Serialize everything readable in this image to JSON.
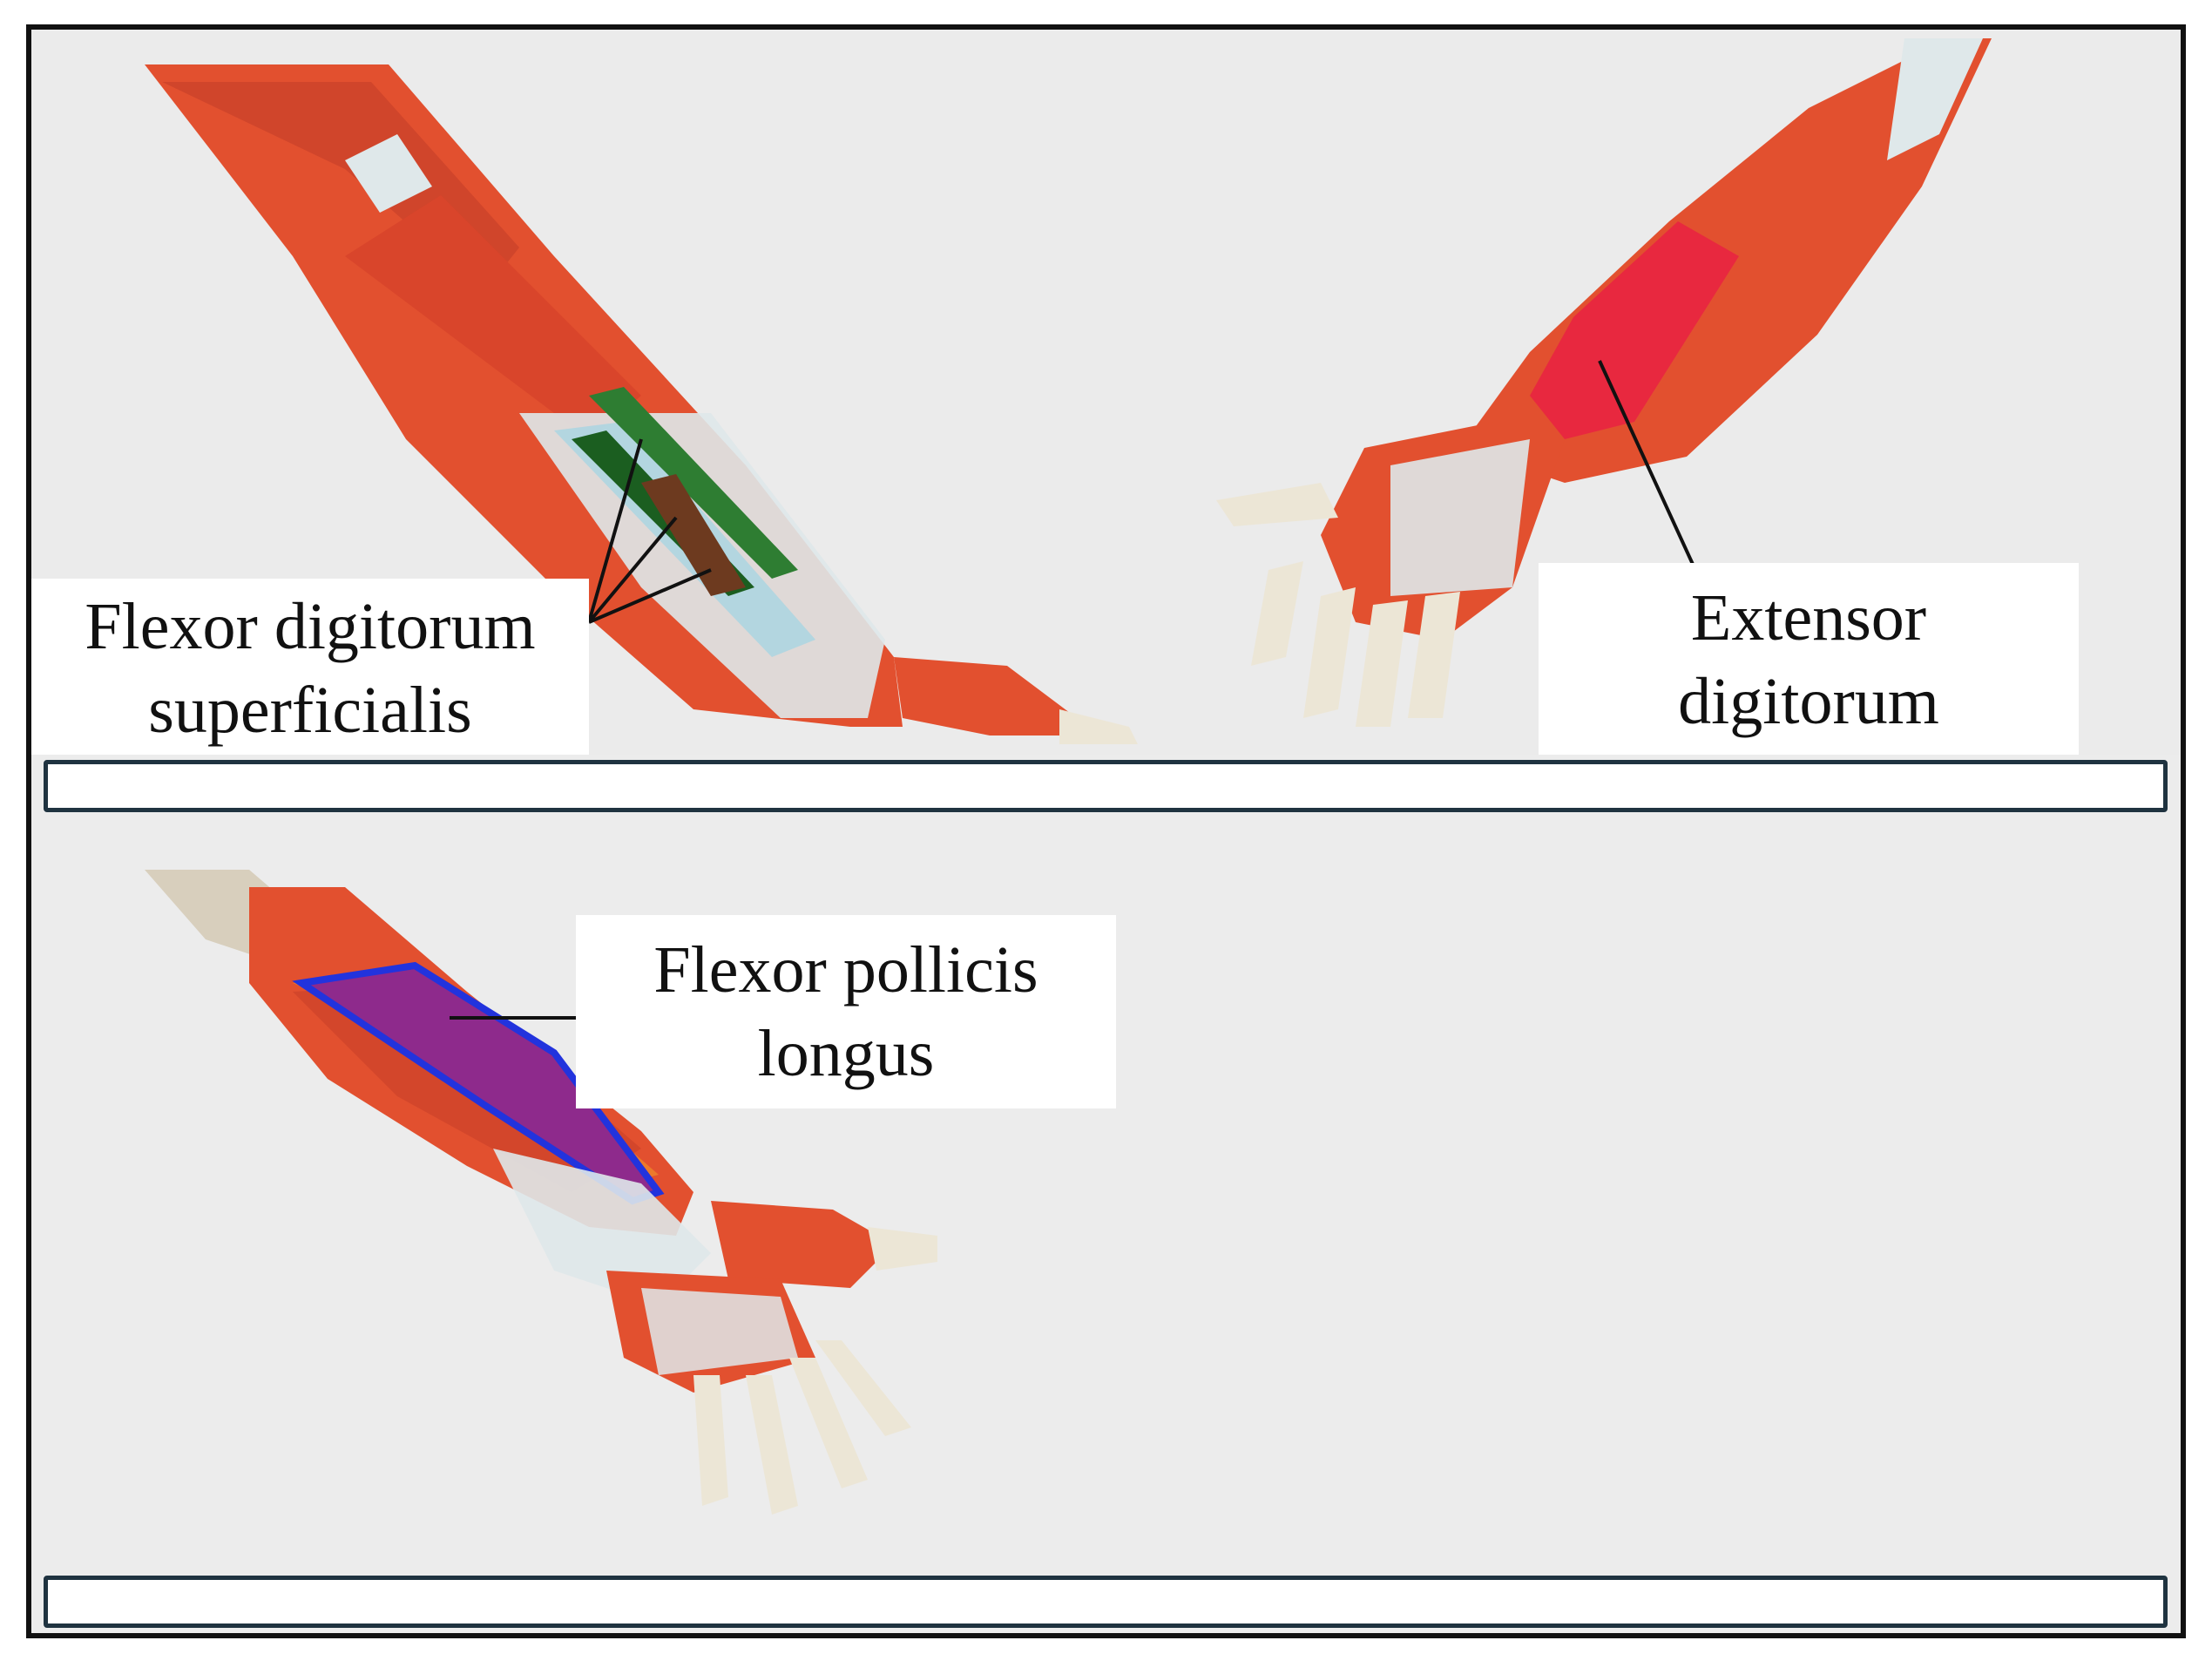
{
  "labels": {
    "flexor_digitorum_superficialis": {
      "line1": "Flexor digitorum",
      "line2": "superficialis"
    },
    "extensor_digitorum": {
      "line1": "Extensor",
      "line2": "digitorum"
    },
    "flexor_pollicis_longus": {
      "line1": "Flexor pollicis",
      "line2": "longus"
    }
  },
  "captions": {
    "top": "",
    "bottom": ""
  },
  "colors": {
    "muscle": "#e2502f",
    "muscle_dark": "#b8361f",
    "tendon": "#dfe8ea",
    "tendon_blue": "#a8d4e2",
    "bone": "#ece6d6",
    "flexor_digitorum_superficialis_highlight": "#2e7d32",
    "extensor_digitorum_highlight": "#e8283f",
    "flexor_pollicis_longus_highlight": "#8e2a8c",
    "flexor_pollicis_longus_outline": "#2233dd",
    "caption_border": "#1f3340",
    "frame_border": "#111111"
  }
}
